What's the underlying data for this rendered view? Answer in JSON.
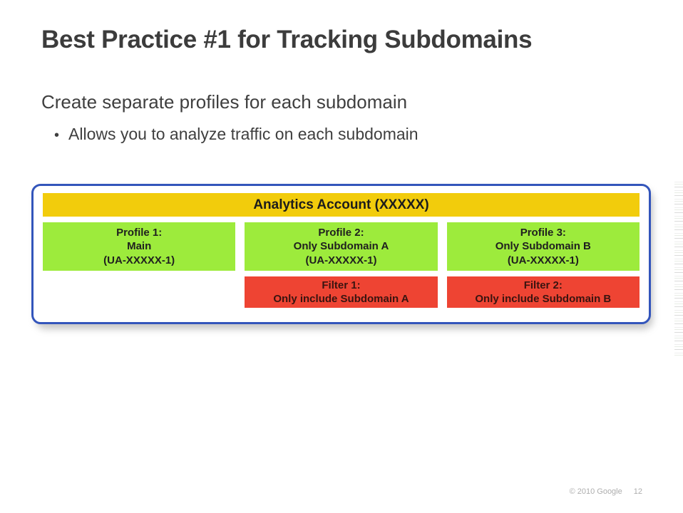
{
  "slide": {
    "title": "Best Practice #1 for Tracking Subdomains",
    "body_line": "Create separate profiles for each subdomain",
    "bullet_marker": "•",
    "bullet_line": "Allows you to analyze traffic on each subdomain"
  },
  "diagram": {
    "account_label": "Analytics Account (XXXXX)",
    "colors": {
      "account": "#F2CC0C",
      "profile": "#9DEB3C",
      "filter": "#EE4433",
      "border": "#3355BB"
    },
    "columns": [
      {
        "profile": {
          "title": "Profile 1:",
          "subtitle": "Main",
          "id": "(UA-XXXXX-1)"
        },
        "filter": null
      },
      {
        "profile": {
          "title": "Profile 2:",
          "subtitle": "Only Subdomain A",
          "id": "(UA-XXXXX-1)"
        },
        "filter": {
          "title": "Filter 1:",
          "rule": "Only include Subdomain A"
        }
      },
      {
        "profile": {
          "title": "Profile 3:",
          "subtitle": "Only Subdomain B",
          "id": "(UA-XXXXX-1)"
        },
        "filter": {
          "title": "Filter 2:",
          "rule": "Only include Subdomain B"
        }
      }
    ]
  },
  "footer": {
    "copyright": "© 2010 Google",
    "slide_number": "12"
  }
}
